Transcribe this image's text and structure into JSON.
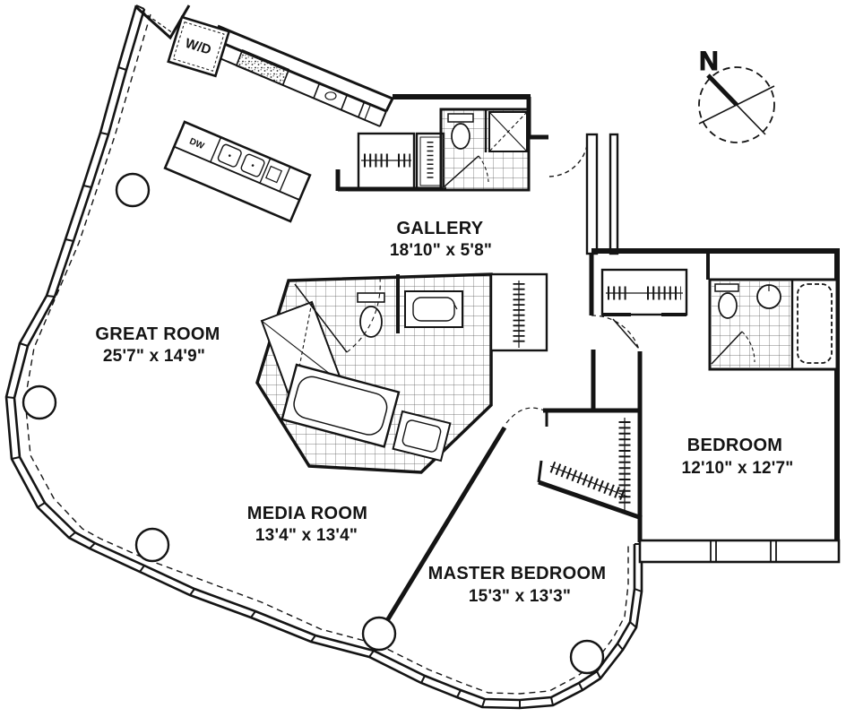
{
  "floorplan": {
    "compass": {
      "north_label": "N"
    },
    "rooms": [
      {
        "id": "great-room",
        "name": "GREAT ROOM",
        "dims": "25'7\" x 14'9\""
      },
      {
        "id": "gallery",
        "name": "GALLERY",
        "dims": "18'10\" x 5'8\""
      },
      {
        "id": "media-room",
        "name": "MEDIA ROOM",
        "dims": "13'4\" x 13'4\""
      },
      {
        "id": "master-bedroom",
        "name": "MASTER BEDROOM",
        "dims": "15'3\" x 13'3\""
      },
      {
        "id": "bedroom",
        "name": "BEDROOM",
        "dims": "12'10\" x 12'7\""
      }
    ],
    "fixtures": {
      "washer_dryer": "W/D",
      "dishwasher": "DW"
    },
    "colors": {
      "ink": "#141414",
      "paper": "#ffffff"
    }
  }
}
